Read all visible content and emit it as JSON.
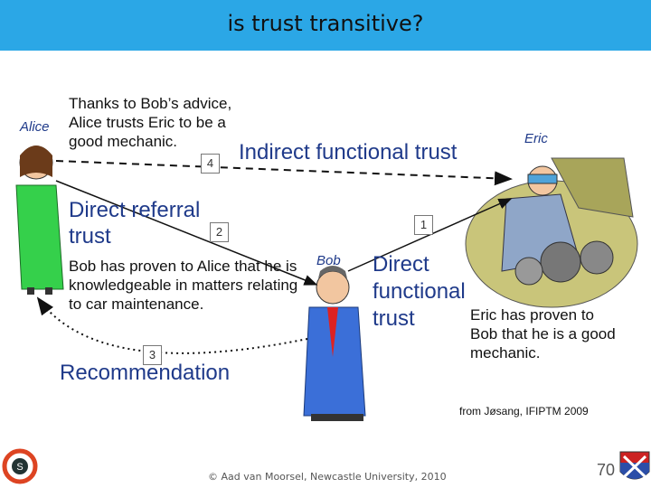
{
  "slide": {
    "title": "is trust transitive?",
    "footer": "© Aad van Moorsel, Newcastle University, 2010",
    "page_number": "70",
    "credit": "from Jøsang, IFIPTM 2009"
  },
  "diagram": {
    "actors": {
      "alice": "Alice",
      "bob": "Bob",
      "eric": "Eric"
    },
    "edges": [
      {
        "number": "1",
        "label": "Direct functional trust",
        "note": "Eric has proven to Bob that he is a good mechanic."
      },
      {
        "number": "2",
        "label": "Direct referral trust",
        "note": "Bob has proven to Alice that he is knowledgeable in matters relating to car maintenance."
      },
      {
        "number": "3",
        "label": "Recommendation"
      },
      {
        "number": "4",
        "label": "Indirect functional trust",
        "note": "Thanks to Bob’s advice, Alice trusts Eric to be a good mechanic."
      }
    ]
  },
  "colors": {
    "title_bar": "#2ba7e6",
    "label_blue": "#1f3a8a",
    "alice_dress": "#35d04b",
    "bob_suit": "#3b6fd8"
  },
  "icons": [
    "alice-figure",
    "bob-figure",
    "eric-mechanic-figure",
    "cs-logo",
    "university-crest"
  ]
}
